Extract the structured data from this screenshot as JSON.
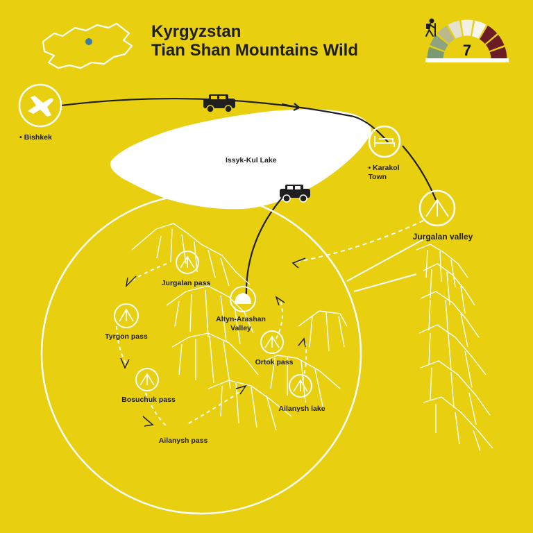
{
  "title": {
    "line1": "Kyrgyzstan",
    "line2": "Tian Shan Mountains Wild"
  },
  "difficulty": {
    "level": "7",
    "scale_max": 10,
    "icon": "hiker-icon",
    "segment_colors": [
      "#7a9a74",
      "#8ea37f",
      "#b9b98c",
      "#e2e2cf",
      "#f0f0e4",
      "#f6f6ec",
      "#6b1c24",
      "#6b1c24",
      "#6b1c24"
    ]
  },
  "places": {
    "bishkek": "• Bishkek",
    "issyk_kul": "Issyk-Kul Lake",
    "karakol": "• Karakol\nTown",
    "jurgalan_valley": "Jurgalan valley"
  },
  "trek_points": {
    "jurgalan_pass": "Jurgalan pass",
    "tyrgon_pass": "Tyrgon pass",
    "bosuchuk_pass": "Bosuchuk pass",
    "ailanysh_pass": "Ailanysh pass",
    "altyn_arashan": "Altyn-Arashan\nValley",
    "ortok_pass": "Ortok pass",
    "ailanysh_lake": "Ailanysh lake"
  },
  "colors": {
    "background": "#e8cf10",
    "ink": "#1f1f1f",
    "white": "#ffffff"
  }
}
